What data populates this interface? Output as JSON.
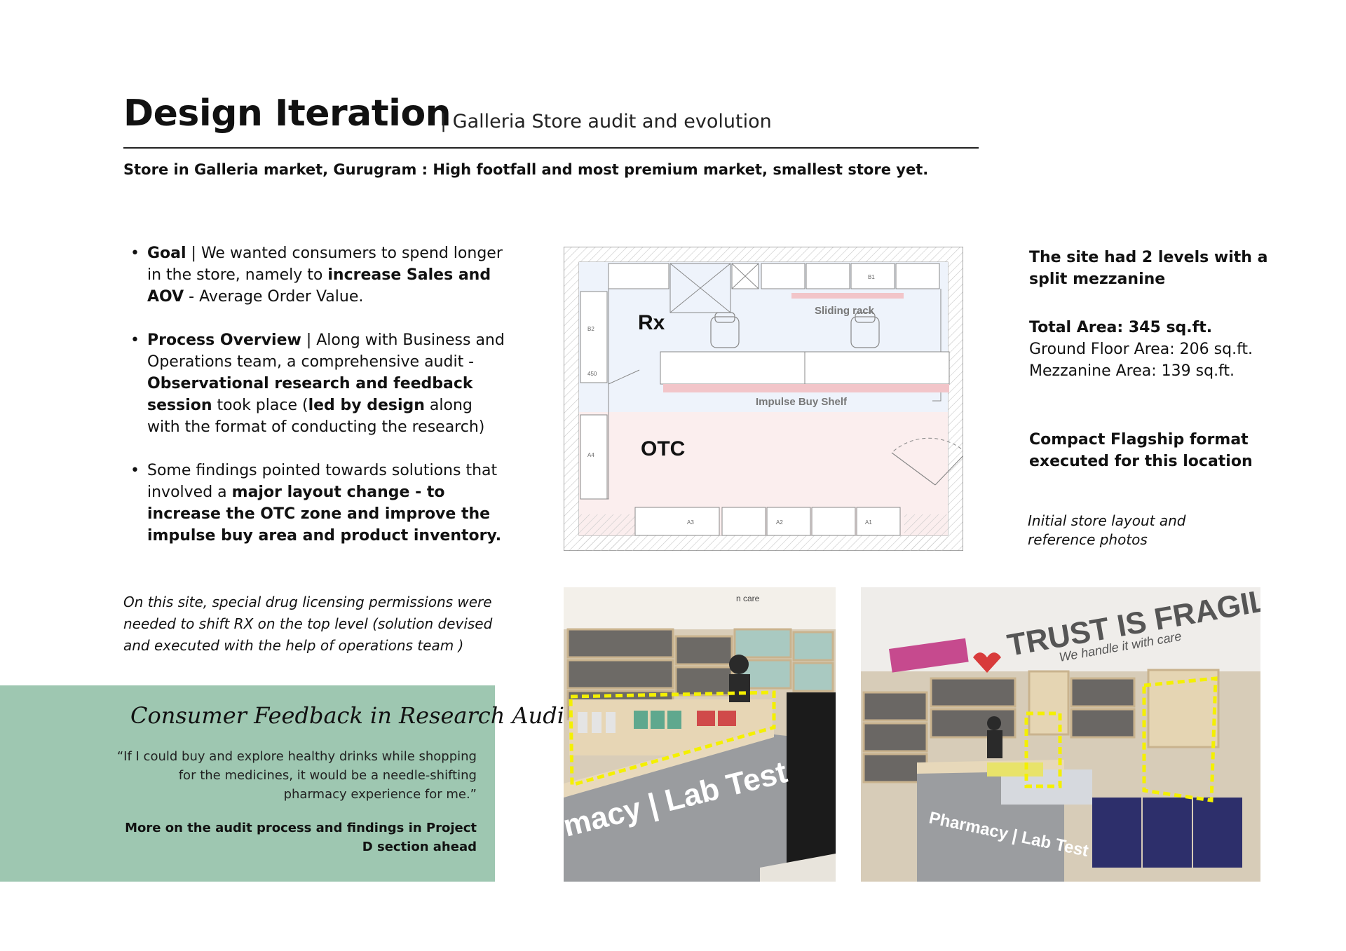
{
  "header": {
    "title": "Design Iteration",
    "subtitle": "|  Galleria Store audit and evolution"
  },
  "intro": "Store in Galleria market, Gurugram :  High footfall and most premium market, smallest store yet.",
  "bullets": {
    "goal": {
      "label": "Goal",
      "text1": " | We wanted consumers to spend longer in the store, namely to ",
      "bold1": "increase Sales and AOV",
      "text2": " - Average Order Value."
    },
    "process": {
      "label": "Process Overview",
      "text1": "  | Along with Business and Operations team, a comprehensive audit - ",
      "bold1": "Observational research and feedback session",
      "text2": " took place (",
      "bold2": "led by design",
      "text3": " along with the format of conducting the research)"
    },
    "findings": {
      "text1": "Some findings pointed towards solutions that involved a ",
      "bold1": "major layout change -  to increase the OTC zone and improve the impulse buy area and product inventory."
    }
  },
  "note": "On this site, special drug licensing permissions were needed to shift RX on the top level (solution devised and executed with the help of operations team )",
  "feedback": {
    "title": "Consumer Feedback in Research Audit",
    "quote": "“If I could buy and explore healthy drinks while shopping for the medicines, it would be a needle-shifting pharmacy experience for me.”",
    "more": "More on the audit process and findings in Project D section ahead"
  },
  "plan": {
    "zone_rx": "Rx",
    "zone_otc": "OTC",
    "sliding_rack": "Sliding rack",
    "impulse_shelf": "Impulse Buy Shelf",
    "labels": [
      "B1",
      "B2",
      "450",
      "A4",
      "A3",
      "A2",
      "A1"
    ]
  },
  "info": {
    "levels": "The site had 2 levels with a split mezzanine",
    "total_area": "Total Area: 345 sq.ft.",
    "ground_area": "Ground Floor Area: 206 sq.ft.",
    "mezz_area": "Mezzanine Area: 139 sq.ft.",
    "format": "Compact Flagship format executed for this location",
    "caption": "Initial store layout and reference photos"
  },
  "photos": {
    "left_sign": "macy | Lab Test",
    "left_top": "n care",
    "right_banner": "TRUST IS FRAGILE",
    "right_banner_sub": "We handle it with care",
    "right_sign": "Pharmacy | Lab Test"
  },
  "colors": {
    "feedback_bg": "#9ec7b1",
    "rx_zone": "#eef3fb",
    "otc_zone": "#fbeeee",
    "shelf_highlight": "#f2c5c9",
    "dash_yellow": "#f4f000"
  }
}
